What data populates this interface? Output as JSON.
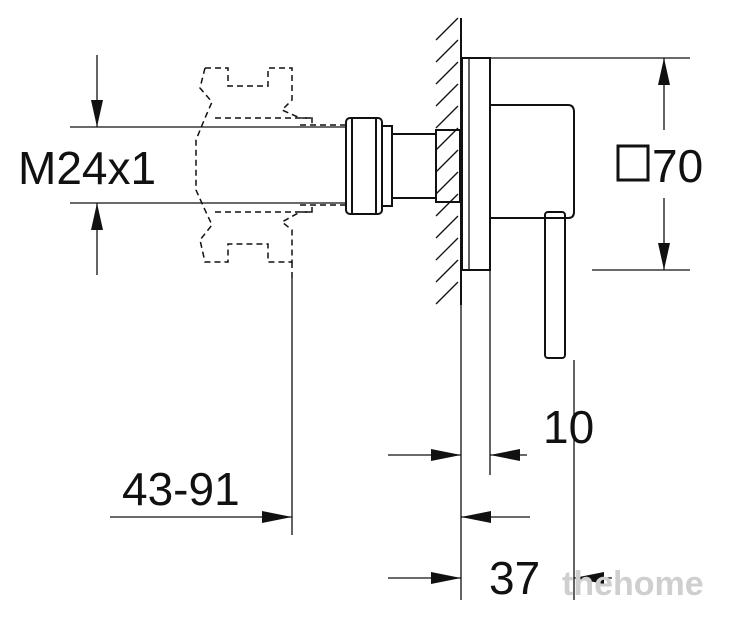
{
  "labels": {
    "thread": "M24x1",
    "plate_size": "70",
    "depth_range": "43-91",
    "offset": "10",
    "projection": "37"
  },
  "watermark": "thehome",
  "colors": {
    "line": "#111111",
    "watermark": "#cfcfcf",
    "background": "#ffffff"
  }
}
